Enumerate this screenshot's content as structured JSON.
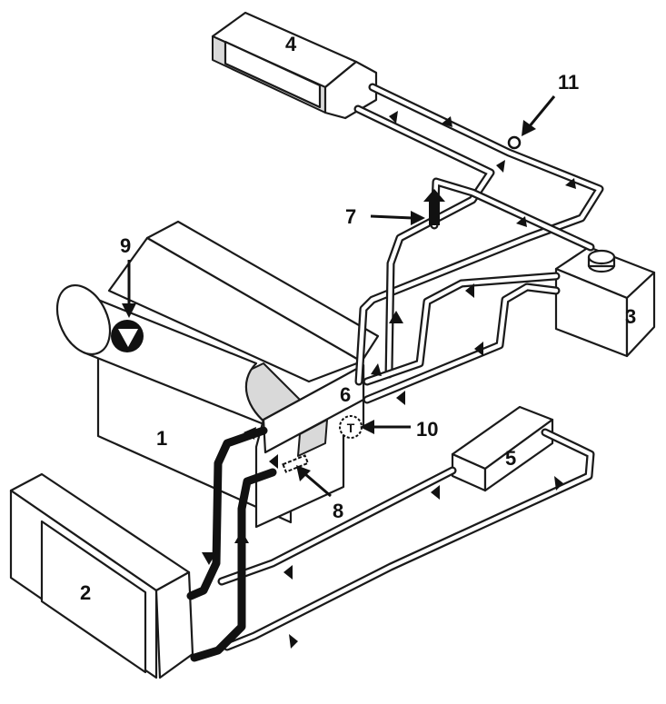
{
  "labels": {
    "l1": "1",
    "l2": "2",
    "l3": "3",
    "l4": "4",
    "l5": "5",
    "l6": "6",
    "l7": "7",
    "l8": "8",
    "l9": "9",
    "l10": "10",
    "l11": "11"
  },
  "colors": {
    "line": "#1a1a1a",
    "fill": "#ffffff",
    "shade": "#d9d9d9"
  }
}
